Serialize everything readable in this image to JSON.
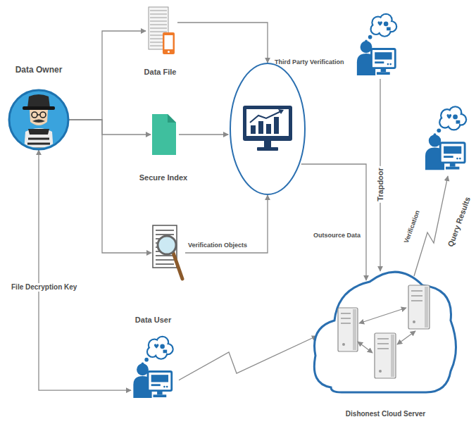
{
  "diagram": {
    "nodes": [
      {
        "text": [
          "Data Owner"
        ]
      },
      {
        "text": [
          "Data File"
        ]
      },
      {
        "text": [
          "Secure Index"
        ]
      },
      {
        "text": [
          "Verification Objects"
        ]
      },
      {
        "text": [
          "Third Party Verification"
        ]
      },
      {
        "text": [
          "Data User"
        ]
      },
      {
        "text": [
          "Dishonest Cloud Server"
        ]
      }
    ],
    "edges": [
      {
        "from": 0,
        "to": 1,
        "arrow": "to"
      },
      {
        "from": 0,
        "to": 2,
        "arrow": "to"
      },
      {
        "from": 0,
        "to": 3,
        "arrow": "to"
      },
      {
        "from": 1,
        "to": 4,
        "arrow": "to"
      },
      {
        "from": 2,
        "to": 4,
        "arrow": "to"
      },
      {
        "from": 3,
        "to": 4,
        "arrow": "to"
      },
      {
        "from": 4,
        "to": 6,
        "label": "Outsource Data",
        "arrow": "to"
      },
      {
        "from": 0,
        "to": 5,
        "label": "File Decryption Key",
        "arrow": "both"
      },
      {
        "from": 5,
        "to": 6,
        "arrow": "to"
      }
    ],
    "labels": [
      "Trapdoor",
      "Verification",
      "Query Results"
    ]
  }
}
